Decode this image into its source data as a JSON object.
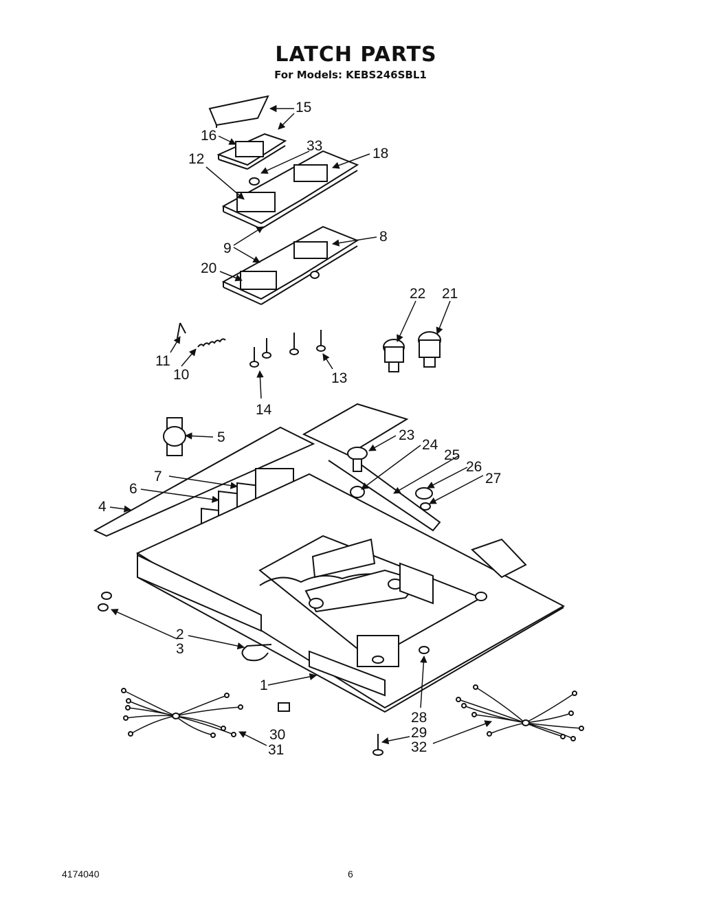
{
  "header": {
    "title": "LATCH PARTS",
    "subtitle": "For Models: KEBS246SBL1"
  },
  "footer": {
    "doc_number": "4174040",
    "page_number": "6"
  },
  "callouts": {
    "c15": "15",
    "c16": "16",
    "c33": "33",
    "c12": "12",
    "c18": "18",
    "c9": "9",
    "c8": "8",
    "c20": "20",
    "c22": "22",
    "c21": "21",
    "c11": "11",
    "c10": "10",
    "c13": "13",
    "c14": "14",
    "c5": "5",
    "c23": "23",
    "c24": "24",
    "c25": "25",
    "c26": "26",
    "c27": "27",
    "c7": "7",
    "c6": "6",
    "c4": "4",
    "c2": "2",
    "c3": "3",
    "c1": "1",
    "c28": "28",
    "c29": "29",
    "c32": "32",
    "c30": "30",
    "c31": "31"
  }
}
